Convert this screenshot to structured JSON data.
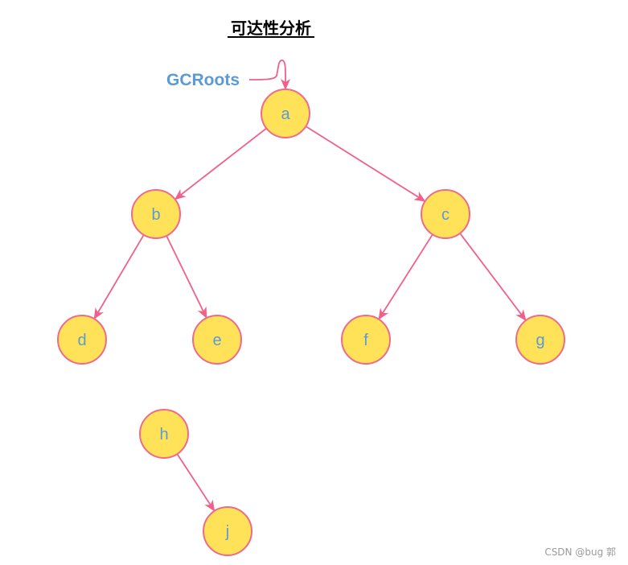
{
  "title": "可达性分析",
  "root_label": "GCRoots",
  "colors": {
    "node_fill": "#ffe257",
    "node_stroke": "#f06a8a",
    "edge": "#f0608a",
    "label": "#5b9bd5"
  },
  "nodes": [
    {
      "id": "a",
      "label": "a"
    },
    {
      "id": "b",
      "label": "b"
    },
    {
      "id": "c",
      "label": "c"
    },
    {
      "id": "d",
      "label": "d"
    },
    {
      "id": "e",
      "label": "e"
    },
    {
      "id": "f",
      "label": "f"
    },
    {
      "id": "g",
      "label": "g"
    },
    {
      "id": "h",
      "label": "h"
    },
    {
      "id": "j",
      "label": "j"
    }
  ],
  "edges": [
    {
      "from": "a",
      "to": "b"
    },
    {
      "from": "a",
      "to": "c"
    },
    {
      "from": "b",
      "to": "d"
    },
    {
      "from": "b",
      "to": "e"
    },
    {
      "from": "c",
      "to": "f"
    },
    {
      "from": "c",
      "to": "g"
    },
    {
      "from": "h",
      "to": "j"
    }
  ],
  "watermark": "CSDN @bug 郭"
}
